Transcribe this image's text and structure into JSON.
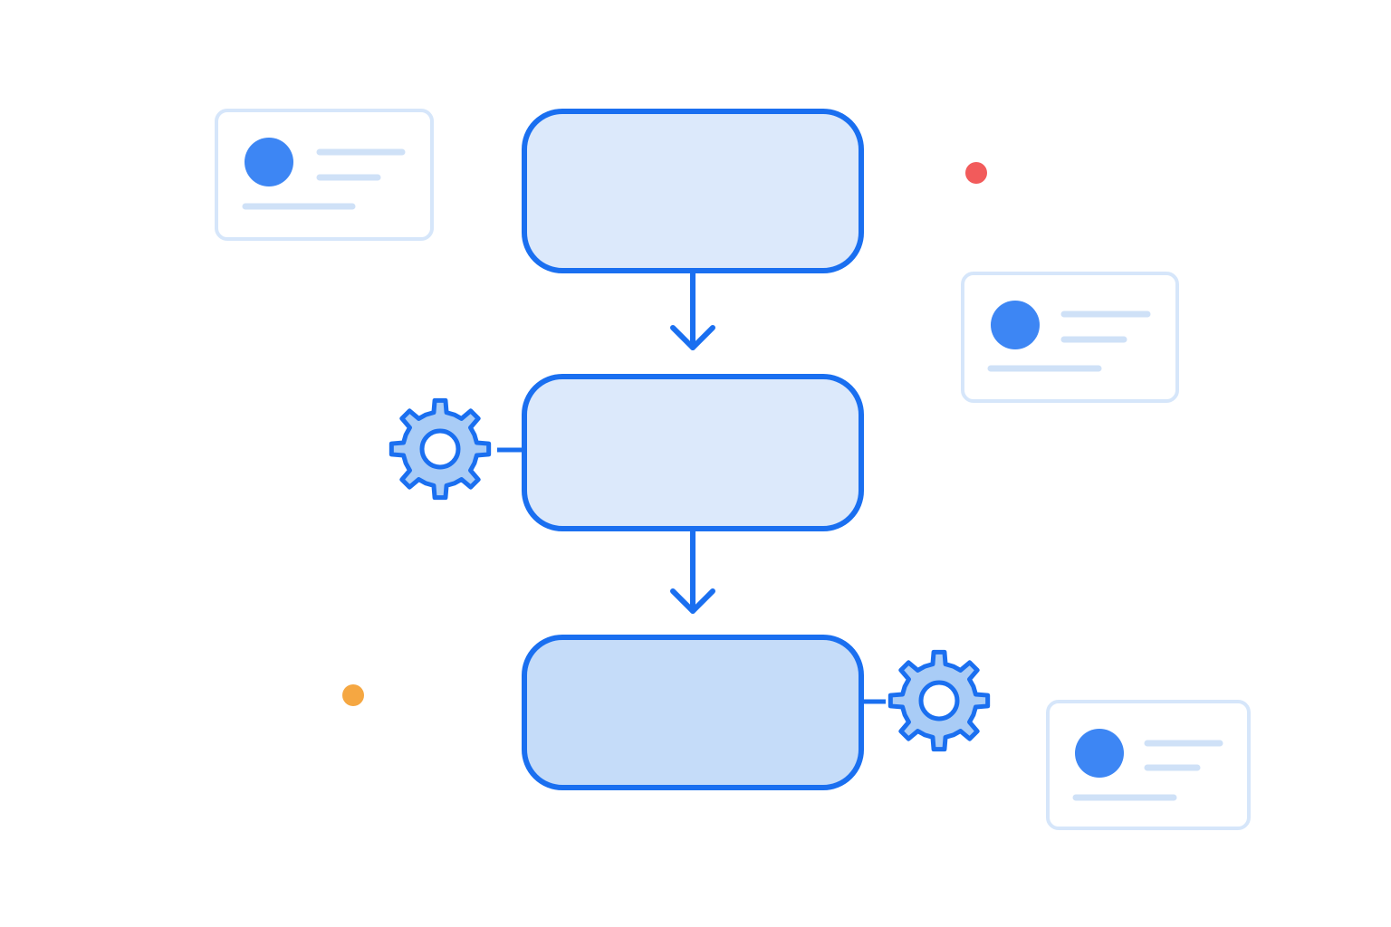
{
  "colors": {
    "background": "#ffffff",
    "primary_stroke": "#1a6ff0",
    "step_fill_light": "#dce9fb",
    "step_fill_final": "#c5dcf9",
    "gear_fill": "#a9ccf6",
    "card_border": "#d6e6fa",
    "card_avatar": "#3d86f4",
    "card_line": "#cfe1f7",
    "accent_red": "#f25b5b",
    "accent_orange": "#f5a742"
  },
  "flow": {
    "steps": [
      {
        "id": "step-1",
        "label": "",
        "variant": "light"
      },
      {
        "id": "step-2",
        "label": "",
        "variant": "light",
        "attached_icon": "gear-icon"
      },
      {
        "id": "step-3",
        "label": "",
        "variant": "final",
        "attached_icon": "gear-icon"
      }
    ],
    "connectors": [
      {
        "from": "step-1",
        "to": "step-2",
        "icon": "arrow-down-icon"
      },
      {
        "from": "step-2",
        "to": "step-3",
        "icon": "arrow-down-icon"
      }
    ]
  },
  "cards": [
    {
      "id": "card-top-left",
      "icon": "avatar-icon",
      "text": ""
    },
    {
      "id": "card-middle-right",
      "icon": "avatar-icon",
      "text": ""
    },
    {
      "id": "card-bottom-right",
      "icon": "avatar-icon",
      "text": ""
    }
  ],
  "decorations": [
    {
      "id": "dot-red",
      "color_key": "accent_red"
    },
    {
      "id": "dot-orange",
      "color_key": "accent_orange"
    }
  ]
}
